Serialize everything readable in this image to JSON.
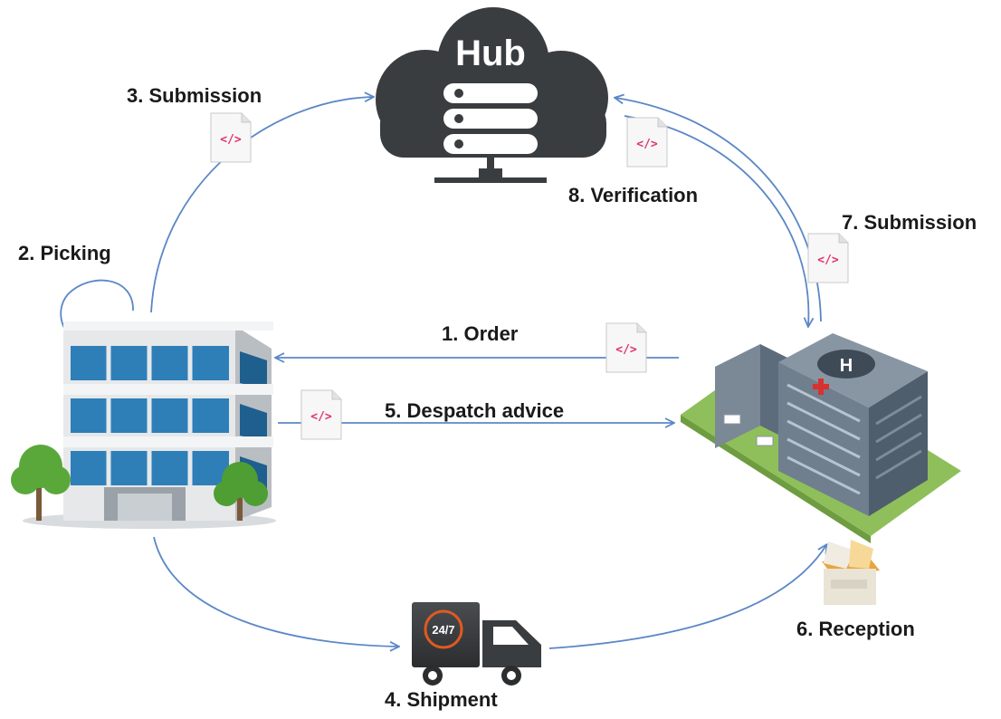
{
  "hub": {
    "label": "Hub"
  },
  "steps": {
    "s1": "1. Order",
    "s2": "2. Picking",
    "s3": "3. Submission",
    "s4": "4. Shipment",
    "s5": "5. Despatch advice",
    "s6": "6. Reception",
    "s7": "7. Submission",
    "s8": "8. Verification"
  },
  "document_icon": {
    "tag": "</>"
  },
  "truck": {
    "badge": "24/7"
  },
  "hospital": {
    "sign": "H"
  },
  "colors": {
    "arrow": "#5b87c6",
    "cloud": "#3a3d40",
    "tag": "#e0336b",
    "building_glass": "#2e7fb8",
    "hospital_body": "#5c6c7c",
    "lawn": "#8fbf5a"
  }
}
